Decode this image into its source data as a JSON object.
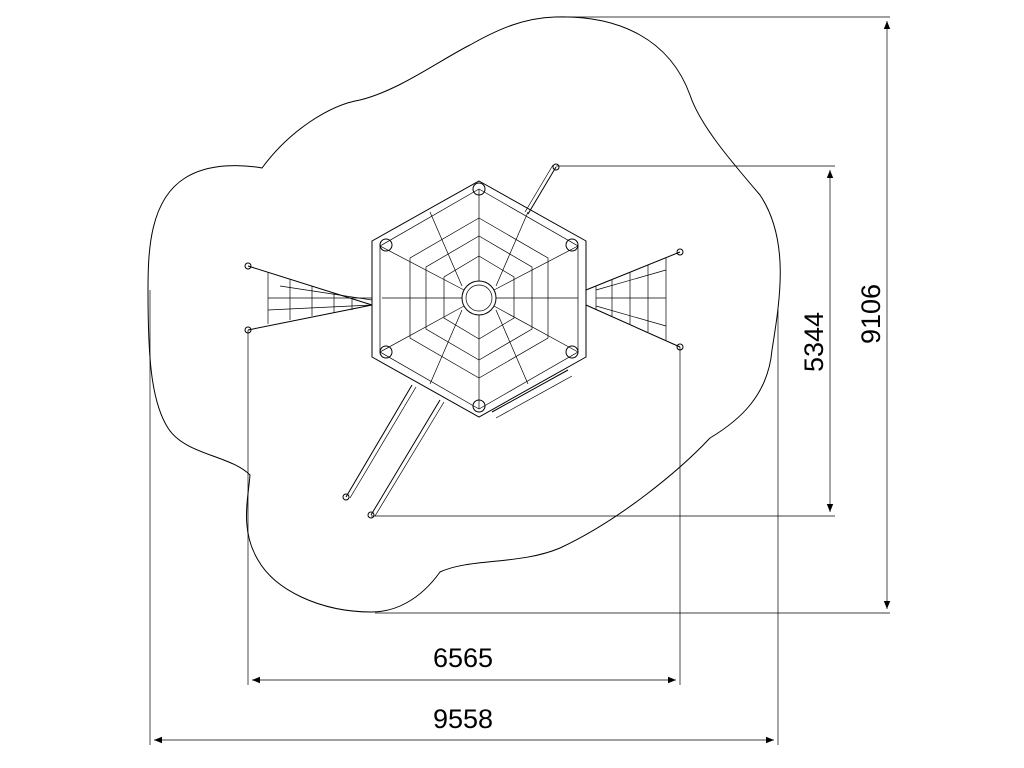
{
  "drawing": {
    "type": "playground climbing net plan view",
    "line_color": "#000000",
    "background": "#ffffff"
  },
  "dimensions": {
    "width_overall": "9558",
    "width_equipment": "6565",
    "height_equipment": "5344",
    "height_overall": "9106"
  }
}
